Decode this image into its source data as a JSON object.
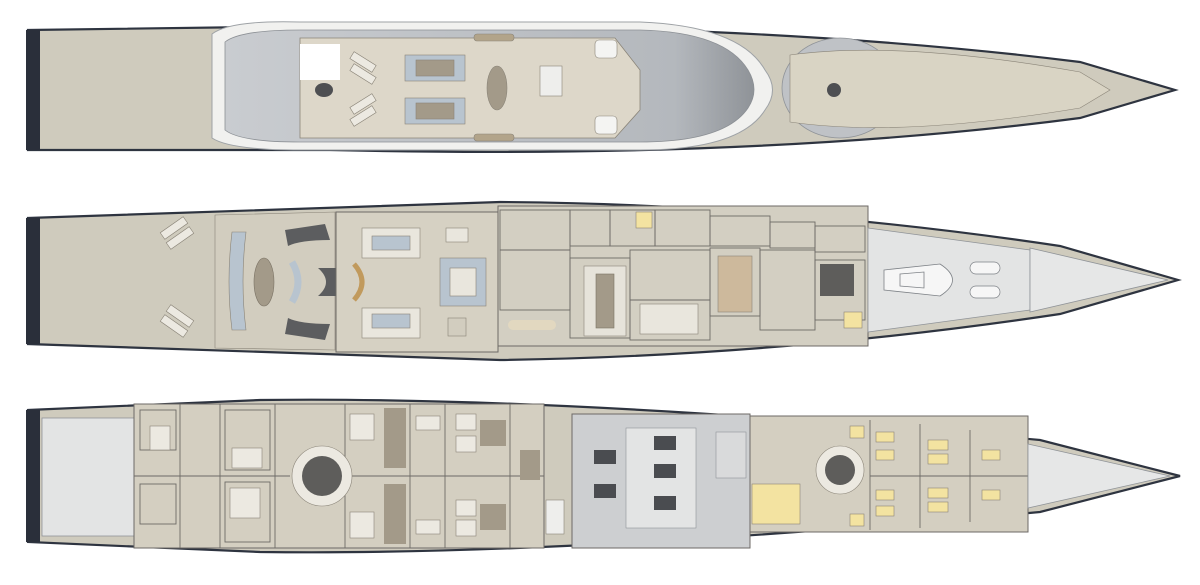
{
  "drawing": {
    "decks": [
      {
        "id": "sun-deck"
      },
      {
        "id": "main-deck"
      },
      {
        "id": "lower-deck"
      }
    ],
    "colors": {
      "background": "#ffffff",
      "hull_fill": "#cfcbbd",
      "hull_stroke": "#2e3440",
      "transom": "#2a2f3a",
      "interior_floor": "#d6d2c5",
      "walkway": "#e7e8e8",
      "superstructure": "#b9bcc0",
      "furniture_light": "#e9e6dd",
      "furniture_dark": "#a39a89",
      "upholstery_blue": "#b8c4cf",
      "accent_yellow": "#f3e3a1",
      "machinery": "#cdcfd1",
      "walls": "#6d6a66",
      "dome": "#5e5d5b"
    }
  }
}
